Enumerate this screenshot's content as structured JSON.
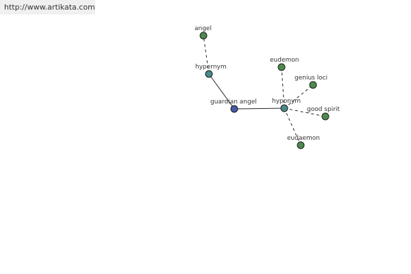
{
  "banner": {
    "url": "http://www.artikata.com"
  },
  "colors": {
    "root_node": "#4a5aa8",
    "relation_node": "#4a8a8a",
    "term_node": "#4e8a4e",
    "edge": "#222222",
    "label": "#333333"
  },
  "graph": {
    "nodes": [
      {
        "id": "guardian-angel",
        "label": "guardian angel",
        "kind": "root"
      },
      {
        "id": "hypernym",
        "label": "hypernym",
        "kind": "relation"
      },
      {
        "id": "angel",
        "label": "angel",
        "kind": "term"
      },
      {
        "id": "hyponym",
        "label": "hyponym",
        "kind": "relation"
      },
      {
        "id": "eudemon",
        "label": "eudemon",
        "kind": "term"
      },
      {
        "id": "genius-loci",
        "label": "genius loci",
        "kind": "term"
      },
      {
        "id": "good-spirit",
        "label": "good spirit",
        "kind": "term"
      },
      {
        "id": "eudaemon",
        "label": "eudaemon",
        "kind": "term"
      }
    ],
    "edges": [
      {
        "from": "guardian-angel",
        "to": "hypernym",
        "style": "solid"
      },
      {
        "from": "guardian-angel",
        "to": "hyponym",
        "style": "solid"
      },
      {
        "from": "hypernym",
        "to": "angel",
        "style": "dashed"
      },
      {
        "from": "hyponym",
        "to": "eudemon",
        "style": "dashed"
      },
      {
        "from": "hyponym",
        "to": "genius-loci",
        "style": "dashed"
      },
      {
        "from": "hyponym",
        "to": "good-spirit",
        "style": "dashed"
      },
      {
        "from": "hyponym",
        "to": "eudaemon",
        "style": "dashed"
      }
    ]
  }
}
